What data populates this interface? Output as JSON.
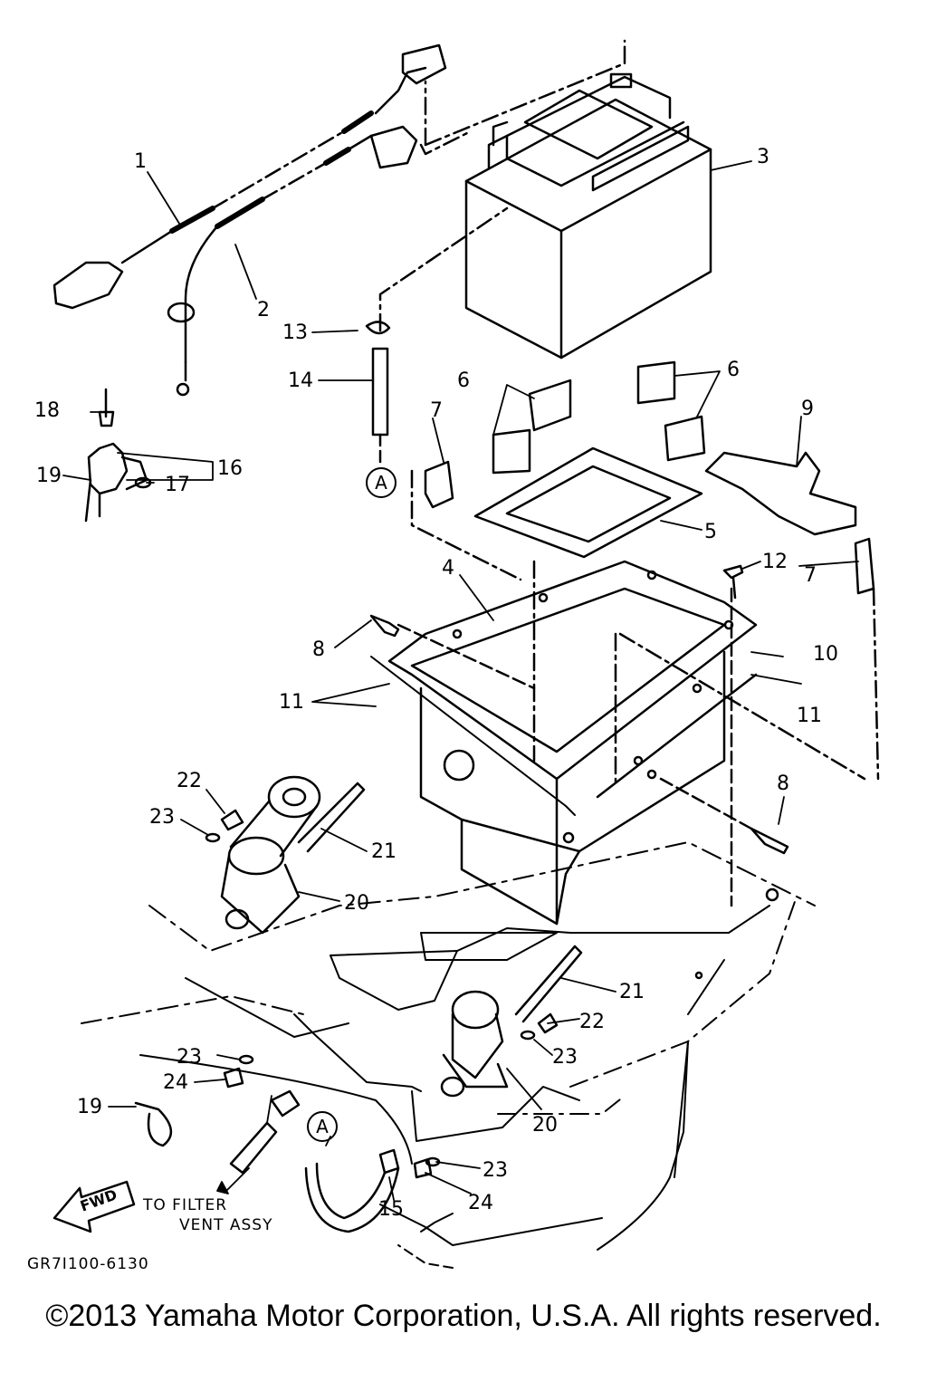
{
  "callouts": {
    "c1": "1",
    "c2": "2",
    "c3": "3",
    "c4": "4",
    "c5": "5",
    "c6a": "6",
    "c6b": "6",
    "c7a": "7",
    "c7b": "7",
    "c8a": "8",
    "c8b": "8",
    "c9": "9",
    "c10": "10",
    "c11a": "11",
    "c11b": "11",
    "c12": "12",
    "c13": "13",
    "c14": "14",
    "c15": "15",
    "c16": "16",
    "c17": "17",
    "c18": "18",
    "c19a": "19",
    "c19b": "19",
    "c20a": "20",
    "c20b": "20",
    "c21a": "21",
    "c21b": "21",
    "c22a": "22",
    "c22b": "22",
    "c23a": "23",
    "c23b": "23",
    "c23c": "23",
    "c23d": "23",
    "c24a": "24",
    "c24b": "24"
  },
  "ref_marks": {
    "a1": "A",
    "a2": "A"
  },
  "fwd_label": "FWD",
  "note_line1": "TO FILTER",
  "note_line2": "VENT ASSY",
  "diagram_code": "GR7I100-6130",
  "copyright": "©2013 Yamaha Motor Corporation, U.S.A. All rights reserved."
}
